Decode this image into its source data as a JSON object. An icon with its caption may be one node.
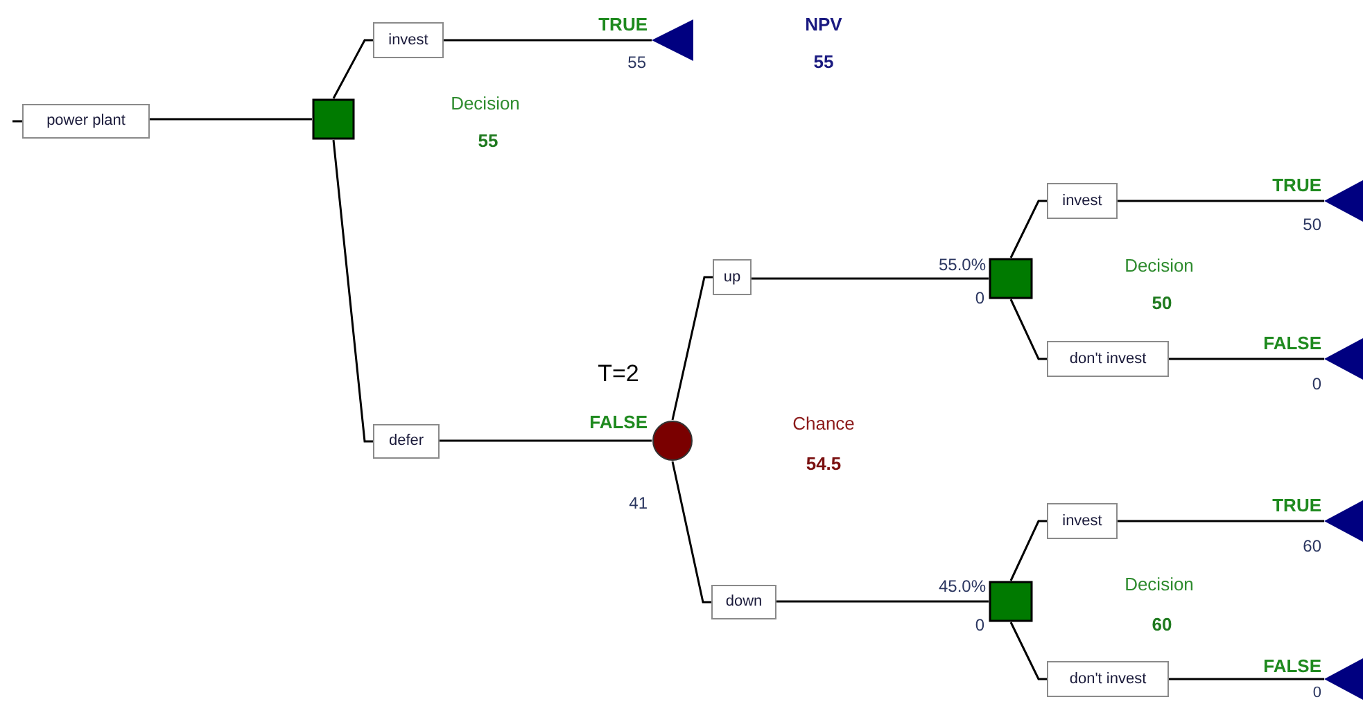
{
  "diagram": {
    "nodes": [
      {
        "text": [
          "power plant"
        ]
      },
      {
        "text": [],
        "shape": "box",
        "beside": [
          "Decision",
          "55"
        ]
      },
      {
        "text": [
          "invest"
        ]
      },
      {
        "text": [],
        "shape": "triangle",
        "beside": [
          "TRUE",
          "55"
        ]
      },
      {
        "text": [
          "defer"
        ]
      },
      {
        "text": [],
        "shape": "circle",
        "beside": [
          "T=2",
          "FALSE",
          "41",
          "Chance",
          "54.5"
        ]
      },
      {
        "text": [
          "up"
        ]
      },
      {
        "text": [],
        "shape": "box",
        "beside": [
          "55.0%",
          "0",
          "Decision",
          "50"
        ]
      },
      {
        "text": [
          "invest"
        ]
      },
      {
        "text": [],
        "shape": "triangle",
        "beside": [
          "TRUE",
          "50"
        ]
      },
      {
        "text": [
          "don't invest"
        ]
      },
      {
        "text": [],
        "shape": "triangle",
        "beside": [
          "FALSE",
          "0"
        ]
      },
      {
        "text": [
          "down"
        ]
      },
      {
        "text": [],
        "shape": "box",
        "beside": [
          "45.0%",
          "0",
          "Decision",
          "60"
        ]
      },
      {
        "text": [
          "invest"
        ]
      },
      {
        "text": [],
        "shape": "triangle",
        "beside": [
          "TRUE",
          "60"
        ]
      },
      {
        "text": [
          "don't invest"
        ]
      },
      {
        "text": [],
        "shape": "triangle",
        "beside": [
          "FALSE",
          "0"
        ]
      }
    ],
    "edges": [
      {
        "from": null,
        "to": 0,
        "arrow": "none"
      },
      {
        "from": 0,
        "to": 1,
        "arrow": "none"
      },
      {
        "from": 1,
        "to": 2,
        "arrow": "none"
      },
      {
        "from": 2,
        "to": 3,
        "arrow": "none"
      },
      {
        "from": 1,
        "to": 4,
        "arrow": "none"
      },
      {
        "from": 4,
        "to": 5,
        "arrow": "none"
      },
      {
        "from": 5,
        "to": 6,
        "arrow": "none"
      },
      {
        "from": 6,
        "to": 7,
        "arrow": "none"
      },
      {
        "from": 7,
        "to": 8,
        "arrow": "none"
      },
      {
        "from": 8,
        "to": 9,
        "arrow": "none"
      },
      {
        "from": 7,
        "to": 10,
        "arrow": "none"
      },
      {
        "from": 10,
        "to": 11,
        "arrow": "none"
      },
      {
        "from": 5,
        "to": 12,
        "arrow": "none"
      },
      {
        "from": 12,
        "to": 13,
        "arrow": "none"
      },
      {
        "from": 13,
        "to": 14,
        "arrow": "none"
      },
      {
        "from": 14,
        "to": 15,
        "arrow": "none"
      },
      {
        "from": 13,
        "to": 16,
        "arrow": "none"
      },
      {
        "from": 16,
        "to": 17,
        "arrow": "none"
      }
    ],
    "labels": [
      "NPV",
      "55"
    ]
  }
}
